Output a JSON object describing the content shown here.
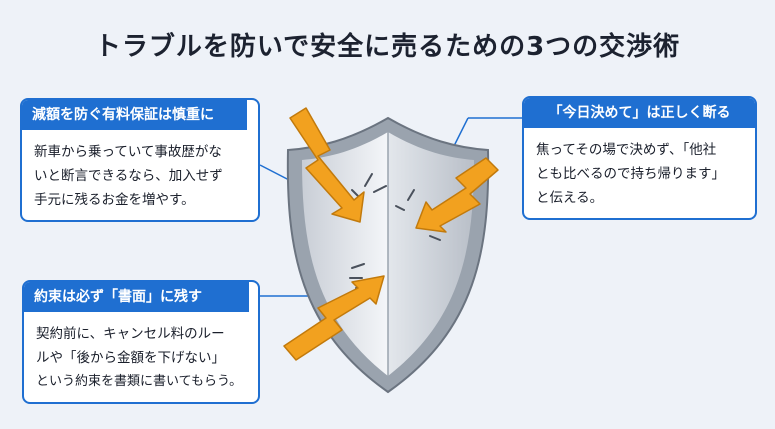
{
  "title": "トラブルを防いで安全に売るための3つの交渉術",
  "cards": [
    {
      "heading": "減額を防ぐ有料保証は慎重に",
      "lines": [
        "新車から乗っていて事故歴がな",
        "いと断言できるなら、加入せず",
        "手元に残るお金を増やす。"
      ]
    },
    {
      "heading": "「今日決めて」は正しく断る",
      "lines": [
        "焦ってその場で決めず、「他社",
        "とも比べるので持ち帰ります」",
        "と伝える。"
      ]
    },
    {
      "heading": "約束は必ず「書面」に残す",
      "lines": [
        "契約前に、キャンセル料のルー",
        "ルや「後から金額を下げない」",
        "という約束を書類に書いてもらう。"
      ]
    }
  ],
  "colors": {
    "accent": "#1f6fd1",
    "arrow": "#f2a11f",
    "background": "#eef2f8"
  },
  "icons": [
    "shield-icon",
    "lightning-arrow-icon"
  ]
}
